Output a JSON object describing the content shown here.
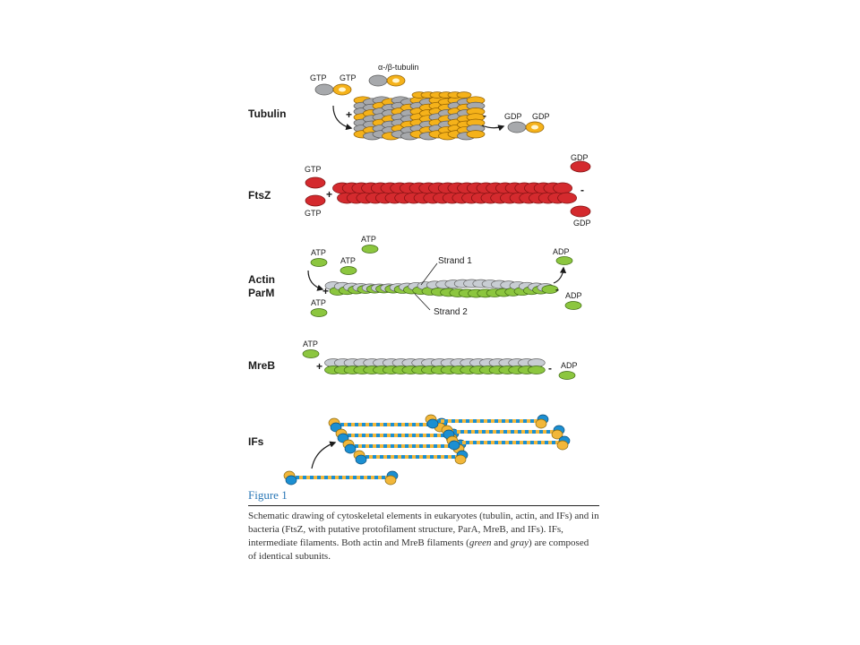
{
  "figure": {
    "rows": {
      "tubulin": {
        "label": "Tubulin",
        "subunit_label": "α-/β-tubulin",
        "gtp_left": "GTP",
        "gtp_right": "GTP",
        "plus": "+",
        "minus": "-",
        "gdp_left": "GDP",
        "gdp_right": "GDP"
      },
      "ftsz": {
        "label": "FtsZ",
        "gtp_top": "GTP",
        "gtp_bottom": "GTP",
        "plus": "+",
        "minus": "-",
        "gdp_top": "GDP",
        "gdp_bottom": "GDP"
      },
      "actin": {
        "label_line1": "Actin",
        "label_line2": "ParM",
        "atp_top": "ATP",
        "atp_left": "ATP",
        "atp_mid": "ATP",
        "atp_bottom": "ATP",
        "strand1": "Strand 1",
        "strand2": "Strand 2",
        "plus": "+",
        "minus": "-",
        "adp_top": "ADP",
        "adp_bottom": "ADP"
      },
      "mreb": {
        "label": "MreB",
        "atp": "ATP",
        "plus": "+",
        "minus": "-",
        "adp": "ADP"
      },
      "ifs": {
        "label": "IFs"
      }
    },
    "colors": {
      "gray_subunit": "#a7a9ac",
      "yellow_subunit": "#f5b21a",
      "red_subunit": "#d42a2e",
      "green_subunit": "#8cc63f",
      "light_gray_subunit": "#c8cdd3",
      "if_yellow": "#f2b73a",
      "if_blue": "#1b8fd2"
    }
  },
  "caption": {
    "title": "Figure 1",
    "text_1": "Schematic drawing of cytoskeletal elements in eukaryotes (tubulin, actin, and IFs) and in bacteria (FtsZ, with putative protofilament structure, ParA, MreB, and IFs). IFs, intermediate filaments. Both actin and MreB filaments (",
    "em_green": "green",
    "text_and": " and ",
    "em_gray": "gray",
    "text_2": ") are composed of identical subunits."
  }
}
